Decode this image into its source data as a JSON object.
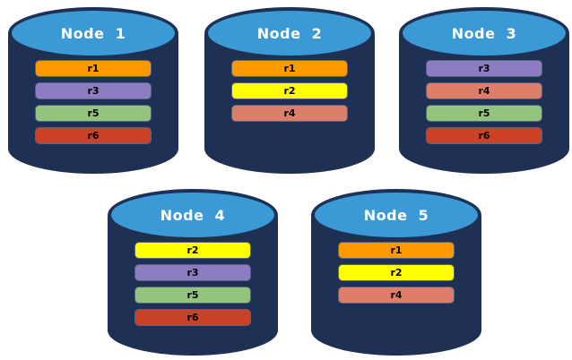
{
  "colors": {
    "cylinder_body": "#1E3053",
    "cylinder_top": "#3B9AD6",
    "title_text": "#FFFFFF",
    "bar_text": "#000000",
    "replica_r1": "#FF9900",
    "replica_r2": "#FFFF00",
    "replica_r3": "#8E7CC3",
    "replica_r4": "#DD7E6B",
    "replica_r5": "#93C47D",
    "replica_r6": "#CC4125"
  },
  "nodes": [
    {
      "title": "Node  1",
      "replicas": [
        {
          "label": "r1",
          "color": "#FF9900"
        },
        {
          "label": "r3",
          "color": "#8E7CC3"
        },
        {
          "label": "r5",
          "color": "#93C47D"
        },
        {
          "label": "r6",
          "color": "#CC4125"
        }
      ]
    },
    {
      "title": "Node  2",
      "replicas": [
        {
          "label": "r1",
          "color": "#FF9900"
        },
        {
          "label": "r2",
          "color": "#FFFF00"
        },
        {
          "label": "r4",
          "color": "#DD7E6B"
        }
      ]
    },
    {
      "title": "Node  3",
      "replicas": [
        {
          "label": "r3",
          "color": "#8E7CC3"
        },
        {
          "label": "r4",
          "color": "#DD7E6B"
        },
        {
          "label": "r5",
          "color": "#93C47D"
        },
        {
          "label": "r6",
          "color": "#CC4125"
        }
      ]
    },
    {
      "title": "Node  4",
      "replicas": [
        {
          "label": "r2",
          "color": "#FFFF00"
        },
        {
          "label": "r3",
          "color": "#8E7CC3"
        },
        {
          "label": "r5",
          "color": "#93C47D"
        },
        {
          "label": "r6",
          "color": "#CC4125"
        }
      ]
    },
    {
      "title": "Node  5",
      "replicas": [
        {
          "label": "r1",
          "color": "#FF9900"
        },
        {
          "label": "r2",
          "color": "#FFFF00"
        },
        {
          "label": "r4",
          "color": "#DD7E6B"
        }
      ]
    }
  ]
}
